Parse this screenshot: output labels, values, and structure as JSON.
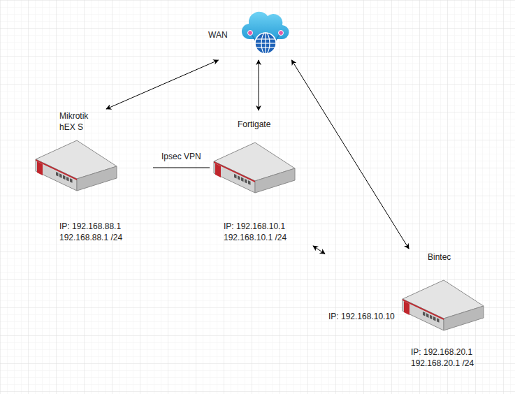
{
  "diagram": {
    "nodes": [
      {
        "text": [
          "WAN"
        ]
      },
      {
        "text": [
          "Mikrotik hEX S",
          "IP: 192.168.88.1 192.168.88.1 /24"
        ]
      },
      {
        "text": [
          "Fortigate",
          "IP: 192.168.10.1 192.168.10.1 /24"
        ]
      },
      {
        "text": [
          "Bintec",
          "IP: 192.168.10.10",
          "IP: 192.168.20.1 192.168.20.1 /24"
        ]
      }
    ],
    "edges": [
      {
        "from": 0,
        "to": 1,
        "arrow": "both"
      },
      {
        "from": 0,
        "to": 2,
        "arrow": "both"
      },
      {
        "from": 0,
        "to": 3,
        "arrow": "both"
      },
      {
        "from": 1,
        "to": 2,
        "label": "Ipsec VPN",
        "arrow": "none"
      },
      {
        "from": 2,
        "to": 3,
        "arrow": "both"
      }
    ]
  }
}
